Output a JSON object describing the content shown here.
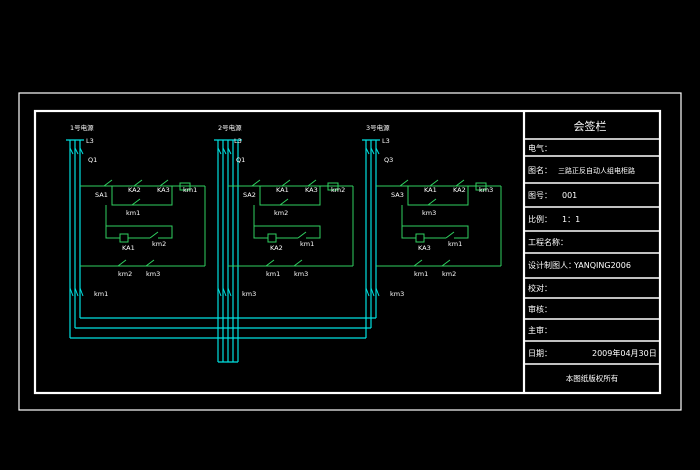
{
  "colors": {
    "background": "#000000",
    "frame": "#ffffff",
    "bus_wire": "#00e0e0",
    "control_wire": "#30d060",
    "labels": "#ffffff"
  },
  "title_block": {
    "title": "会签栏",
    "rows": [
      {
        "label": "电气：",
        "value": ""
      },
      {
        "label": "图名：",
        "value": "三路正反自动人组电柜路"
      },
      {
        "label": "图号：",
        "value": "001"
      },
      {
        "label": "比例：",
        "value": "1：1"
      },
      {
        "label": "工程名称：",
        "value": ""
      },
      {
        "label": "设计制图人：",
        "value": "YANQING2006"
      },
      {
        "label": "校对：",
        "value": ""
      },
      {
        "label": "审核：",
        "value": ""
      },
      {
        "label": "主审：",
        "value": ""
      },
      {
        "label": "日期：",
        "value": "2009年04月30日"
      }
    ],
    "footer": "本图纸版权所有"
  },
  "circuits": [
    {
      "supply": "1号电源",
      "phase": "L3",
      "breaker": "Q1",
      "switch": "SA1",
      "relay1": "KA2",
      "relay2": "KA3",
      "coil": "km1",
      "contact_a": "km1",
      "relay_coil": "KA1",
      "contact_b": "km2",
      "contact_c": "km3",
      "main_contact": "km1"
    },
    {
      "supply": "2号电源",
      "phase": "L3",
      "breaker": "Q1",
      "switch": "SA2",
      "relay1": "KA1",
      "relay2": "KA3",
      "coil": "km2",
      "contact_a": "km2",
      "relay_coil": "KA2",
      "contact_b": "km1",
      "contact_c": "km3",
      "main_contact": "km3"
    },
    {
      "supply": "3号电源",
      "phase": "L3",
      "breaker": "Q3",
      "switch": "SA3",
      "relay1": "KA1",
      "relay2": "KA2",
      "coil": "km3",
      "contact_a": "km3",
      "relay_coil": "KA3",
      "contact_b": "km1",
      "contact_c": "km2",
      "main_contact": "km3"
    }
  ]
}
